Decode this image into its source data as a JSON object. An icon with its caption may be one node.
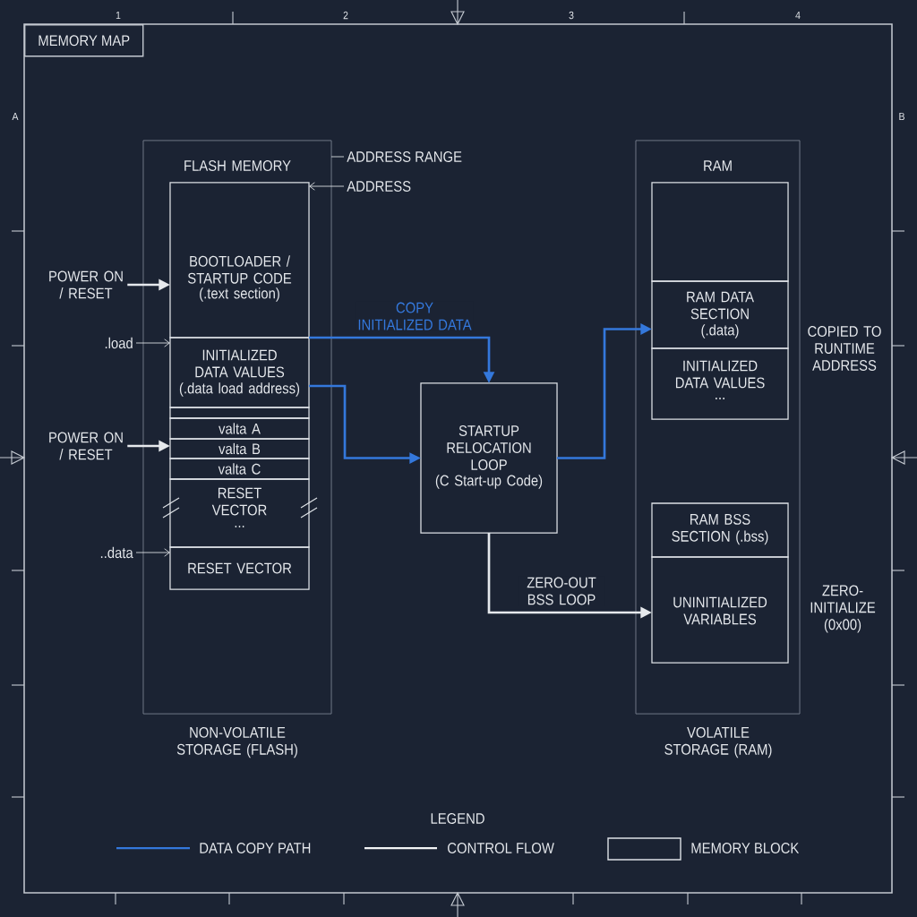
{
  "diagram": {
    "title": "MEMORY MAP",
    "nodes": [
      {
        "text": [
          "FLASH MEMORY"
        ],
        "beside": [
          "NON-VOLATILE STORAGE (FLASH)"
        ]
      },
      {
        "text": [
          "ADDRESS RANGE"
        ]
      },
      {
        "text": [
          "ADDRESS"
        ]
      },
      {
        "text": [
          "POWER ON / RESET"
        ]
      },
      {
        "text": [
          "BOOTLOADER / STARTUP CODE",
          "(.text section)"
        ],
        "in": 0
      },
      {
        "text": [
          ".load"
        ]
      },
      {
        "text": [
          "INITIALIZED DATA VALUES",
          "(.data load address)"
        ],
        "in": 0
      },
      {
        "text": [],
        "shape": "box",
        "in": 0
      },
      {
        "text": [
          "POWER ON / RESET"
        ]
      },
      {
        "text": [
          "valta A"
        ],
        "in": 0
      },
      {
        "text": [
          "valta B"
        ],
        "in": 0
      },
      {
        "text": [
          "valta C"
        ],
        "in": 0
      },
      {
        "text": [
          "RESET VECTOR",
          "..."
        ],
        "in": 0
      },
      {
        "text": [
          "..data"
        ]
      },
      {
        "text": [
          "RESET VECTOR"
        ],
        "in": 0
      },
      {
        "text": [
          "STARTUP RELOCATION LOOP",
          "(C Start-up Code)"
        ]
      },
      {
        "text": [
          "RAM"
        ],
        "beside": [
          "VOLATILE STORAGE (RAM)"
        ]
      },
      {
        "text": [],
        "shape": "box",
        "in": 16
      },
      {
        "text": [
          "RAM DATA SECTION",
          "(.data)"
        ],
        "in": 16
      },
      {
        "text": [
          "INITIALIZED DATA VALUES",
          "..."
        ],
        "in": 16
      },
      {
        "text": [
          "RAM BSS SECTION (.bss)"
        ],
        "in": 16
      },
      {
        "text": [
          "UNINITIALIZED VARIABLES"
        ],
        "in": 16
      }
    ],
    "edges": [
      {
        "from": 1,
        "to": 0,
        "arrow": "none"
      },
      {
        "from": 2,
        "to": 4,
        "arrow": "to"
      },
      {
        "from": 3,
        "to": 4,
        "arrow": "to"
      },
      {
        "from": 5,
        "to": 6,
        "arrow": "to"
      },
      {
        "from": 8,
        "to": 10,
        "arrow": "to"
      },
      {
        "from": 13,
        "to": 14,
        "arrow": "to"
      },
      {
        "from": 6,
        "to": 15,
        "arrow": "to",
        "label": "COPY INITIALIZED DATA",
        "color": "#3478dc"
      },
      {
        "from": 6,
        "to": 15,
        "arrow": "to",
        "color": "#3478dc"
      },
      {
        "from": 15,
        "to": 18,
        "arrow": "to",
        "color": "#3478dc"
      },
      {
        "from": 15,
        "to": 21,
        "arrow": "to",
        "label": "ZERO-OUT BSS LOOP"
      }
    ],
    "labels": [
      "1",
      "2",
      "3",
      "4",
      "A",
      "B",
      "COPIED TO RUNTIME ADDRESS",
      "ZERO- INITIALIZE (0x00)",
      "LEGEND"
    ],
    "legend": [
      {
        "text": "DATA COPY PATH"
      },
      {
        "text": "CONTROL FLOW"
      },
      {
        "text": "MEMORY BLOCK"
      }
    ]
  }
}
